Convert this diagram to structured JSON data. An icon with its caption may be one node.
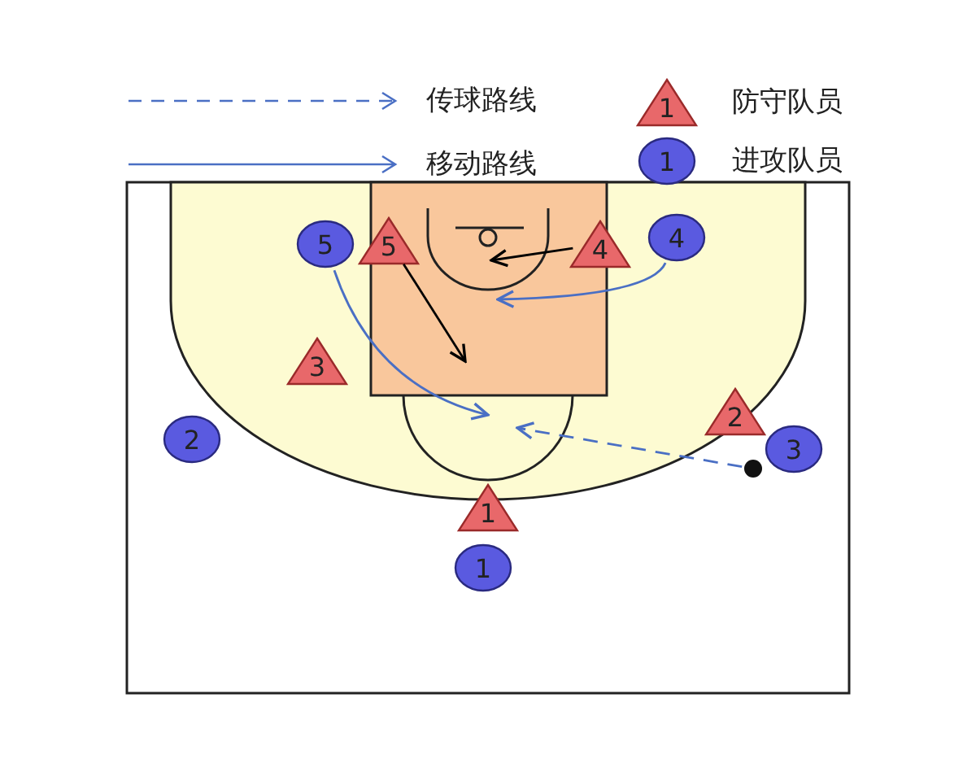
{
  "diagram": {
    "nodes": [
      {
        "text": [
          "5"
        ]
      },
      {
        "text": [
          "5"
        ]
      },
      {
        "text": [
          "4"
        ]
      },
      {
        "text": [
          "4"
        ]
      },
      {
        "text": [
          "3"
        ]
      },
      {
        "text": [
          "2"
        ]
      },
      {
        "text": [
          "2"
        ]
      },
      {
        "text": [
          "3"
        ]
      },
      {
        "text": [],
        "shape": "circle"
      },
      {
        "text": [
          "1"
        ]
      },
      {
        "text": [
          "1"
        ]
      }
    ],
    "edges": [
      {
        "from": 0,
        "to": null,
        "arrow": "to"
      },
      {
        "from": 3,
        "to": null,
        "arrow": "to"
      },
      {
        "from": 2,
        "to": null,
        "arrow": "to",
        "color": "#000000"
      },
      {
        "from": 1,
        "to": null,
        "arrow": "to",
        "color": "#000000"
      },
      {
        "from": 8,
        "to": null,
        "arrow": "to",
        "style": "dashed"
      }
    ],
    "labels": [
      "1",
      "1"
    ],
    "legend": [
      {
        "text": "传球路线"
      },
      {
        "text": "移动路线"
      },
      {
        "text": "防守队员"
      },
      {
        "text": "进攻队员"
      }
    ]
  }
}
